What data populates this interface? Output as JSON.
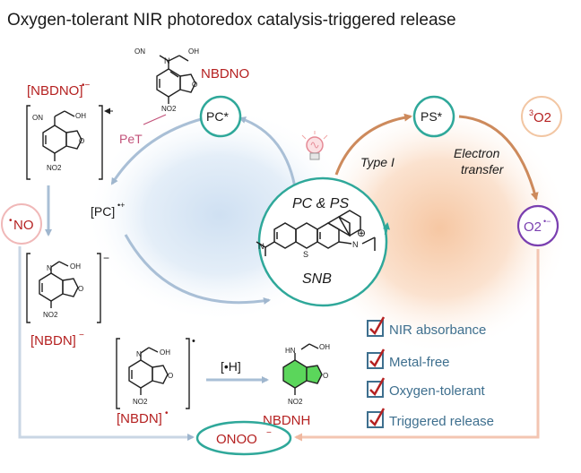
{
  "title": "Oxygen-tolerant NIR photoredox catalysis-triggered release",
  "colors": {
    "red_label": "#b52121",
    "teal": "#2fa89a",
    "blue_arrow": "#a9bfd6",
    "orange_arrow": "#cd8a5c",
    "purple": "#7a3fb0",
    "pink_pet": "#c2527a",
    "check": "#3e6f8e",
    "no_circle_stroke": "#f0b8b8",
    "o2_circle_stroke": "#f2c6a3",
    "green_ring": "#4ec24e"
  },
  "labels": {
    "nbdno": "NBDNO",
    "nbdno_radical_anion": "[NBDNO]",
    "nbdno_radical_anion_sup": "•−",
    "pet": "PeT",
    "pc_star": "PC*",
    "pc_radical_cation": "[PC]",
    "pc_radical_cation_sup": "•+",
    "no_radical": "NO",
    "no_radical_dot": "•",
    "ps_star": "PS*",
    "o2_triplet_sup": "3",
    "o2_triplet": "O2",
    "type1": "Type I",
    "electron_transfer_1": "Electron",
    "electron_transfer_2": "transfer",
    "superoxide": "O2",
    "superoxide_sup": "•−",
    "pc_ps": "PC & PS",
    "snb": "SNB",
    "nbdn_anion": "[NBDN]",
    "nbdn_anion_sup": "−",
    "nbdn_radical": "[NBDN]",
    "nbdn_radical_sup": "•",
    "h_radical": "[•H]",
    "nbdnh": "NBDNH",
    "peroxynitrite": "ONOO",
    "peroxynitrite_sup": "−"
  },
  "structure_atoms": {
    "on": "ON",
    "oh": "OH",
    "no2": "NO2",
    "n": "N",
    "o": "O",
    "hn": "HN",
    "s": "S",
    "plus": "⊕",
    "anion_minus": "−",
    "radical_dot": "•"
  },
  "features": [
    "NIR absorbance",
    "Metal-free",
    "Oxygen-tolerant",
    "Triggered release"
  ],
  "icons": [
    "lightbulb-icon",
    "checkbox-icon"
  ]
}
